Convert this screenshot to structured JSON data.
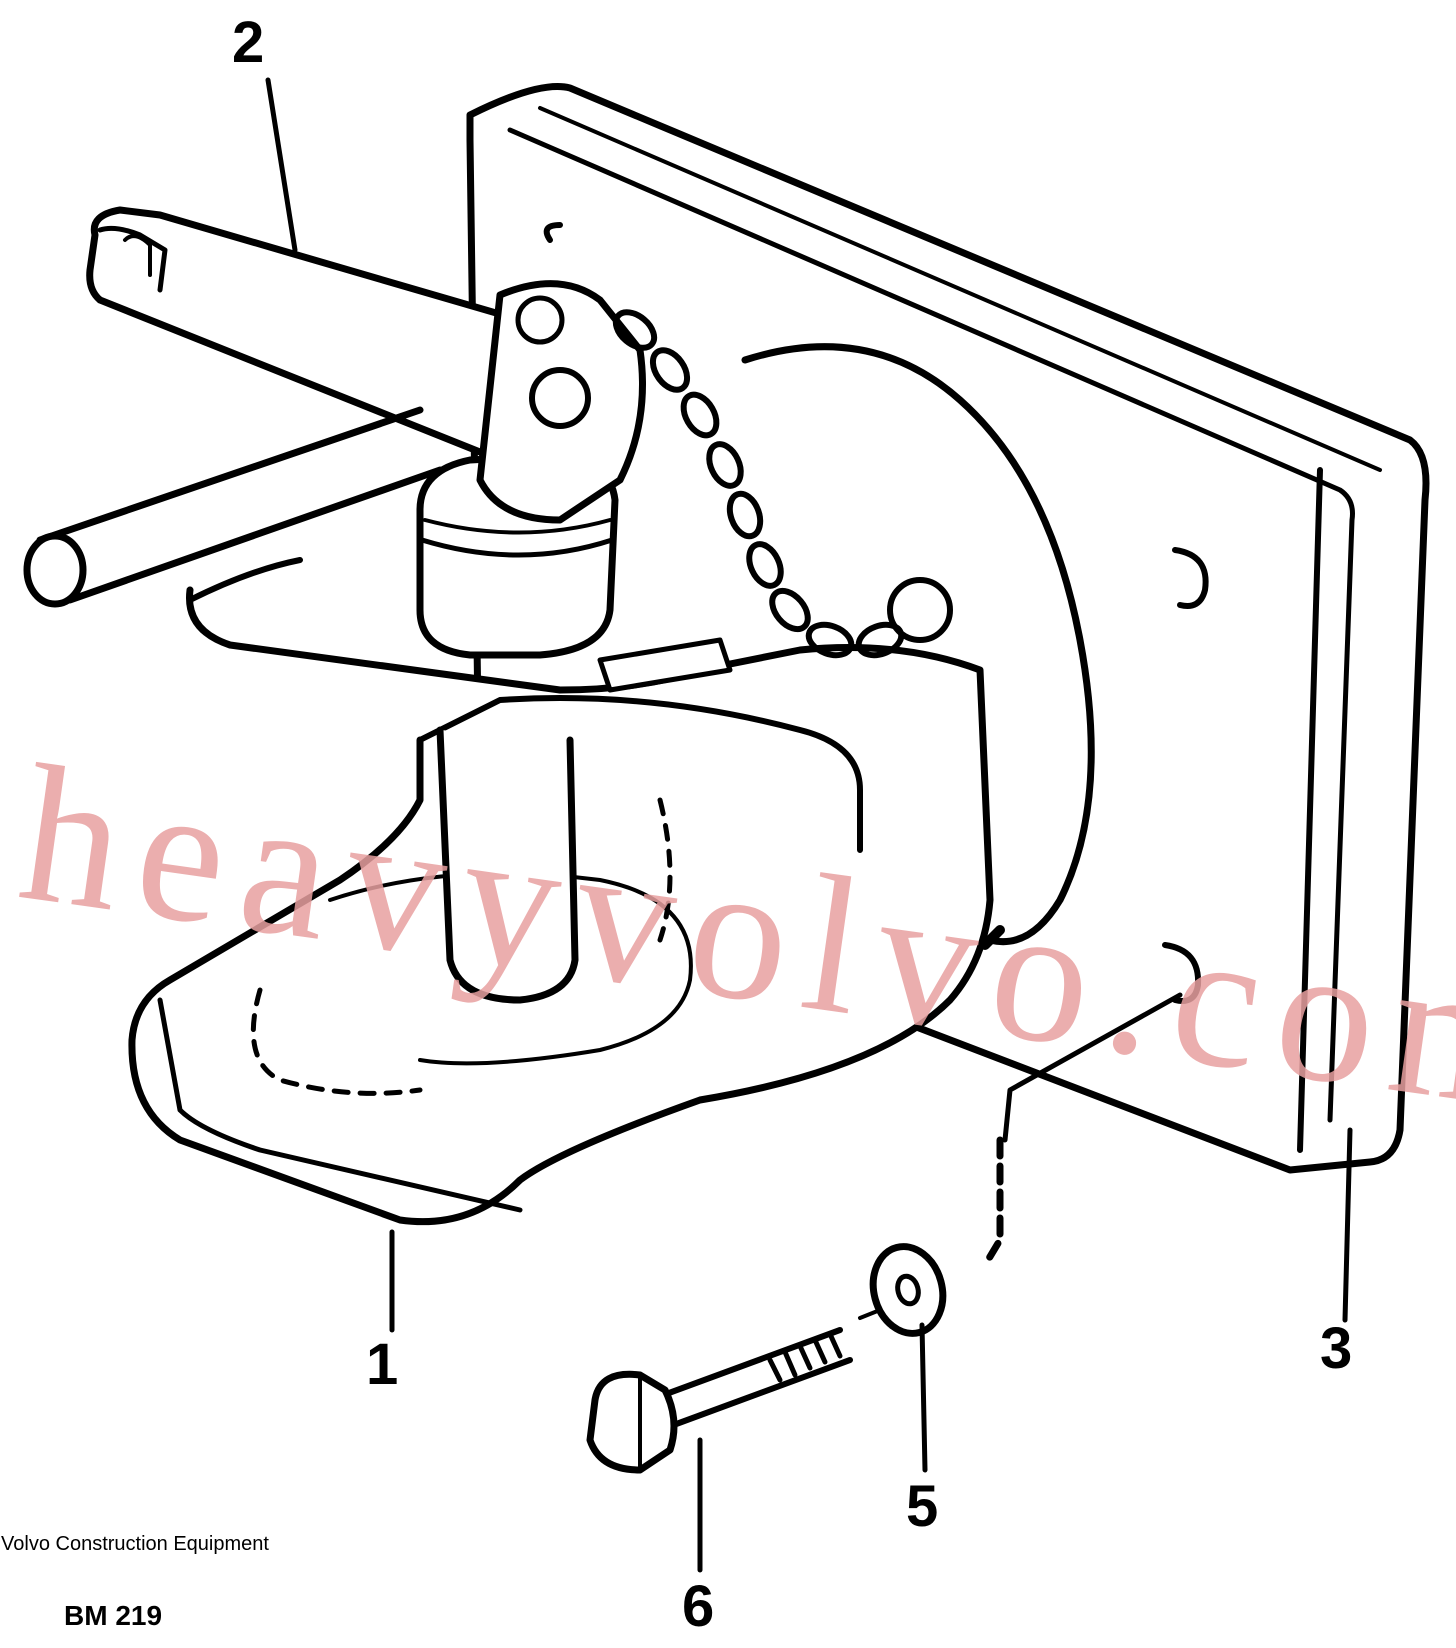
{
  "callouts": {
    "c1": "1",
    "c2": "2",
    "c3": "3",
    "c5": "5",
    "c6": "6"
  },
  "watermark": "heavyvolvo.com",
  "footer": {
    "company": "Volvo Construction Equipment",
    "drawing_number": "BM 219"
  }
}
